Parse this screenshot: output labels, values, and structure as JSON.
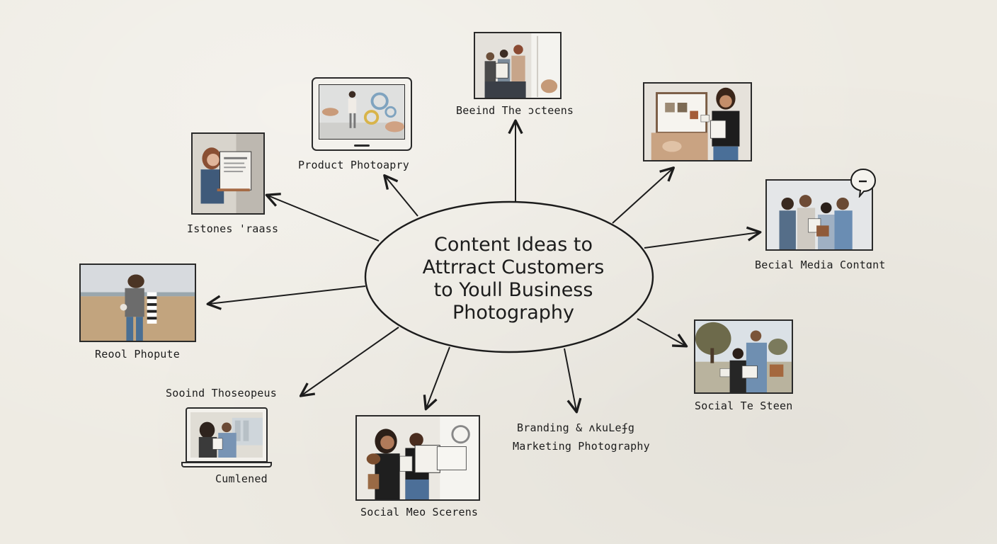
{
  "diagram": {
    "center_title_lines": [
      "Content Ideas to",
      "Attrract Customers",
      "to Youll Business",
      "Photography"
    ],
    "nodes": [
      {
        "id": "behind-the-scenes",
        "label": "Beeind The  ɔcteens"
      },
      {
        "id": "product-photography",
        "label": "Product Photoapry"
      },
      {
        "id": "istones-traass",
        "label": "Istones ꞌraass"
      },
      {
        "id": "reool-phopute",
        "label": "Reool Phopute"
      },
      {
        "id": "sooind-thoseopeus",
        "label": "Sooind Thoseopeus"
      },
      {
        "id": "cumlened",
        "label": "Cumlened"
      },
      {
        "id": "social-meo-scerens",
        "label": "Social Meo Scerens"
      },
      {
        "id": "branding-marketing",
        "label_line1": "Branding & ʌkuLeʄg",
        "label_line2": "Marketing Photography"
      },
      {
        "id": "social-te-steen",
        "label": "Social Te Steen"
      },
      {
        "id": "becial-media-content",
        "label": "Becial Media Contɑnt"
      },
      {
        "id": "founder-photo",
        "label": ""
      }
    ],
    "icons": [
      "speech-bubble-icon"
    ],
    "colors": {
      "background": "#eeebe3",
      "ink": "#1c1c1c",
      "photo_frame": "#2a2a2a"
    }
  }
}
